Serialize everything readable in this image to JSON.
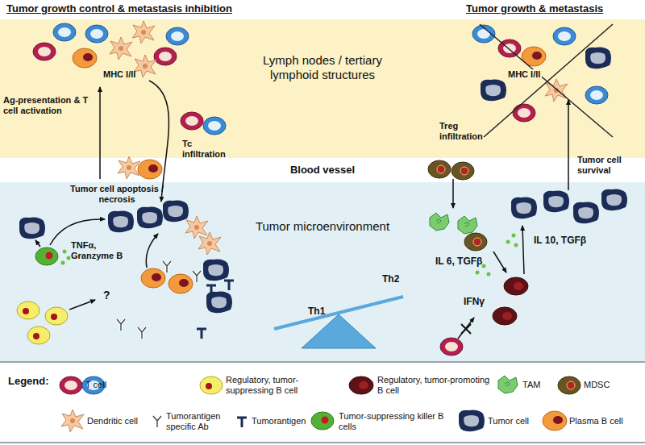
{
  "diagram": {
    "nodes": [
      {
        "text": [
          "Lymph nodes / tertiary lymphoid structures"
        ]
      },
      {
        "text": [
          "Blood vessel"
        ]
      },
      {
        "text": [
          "Tumor microenvironment"
        ]
      }
    ],
    "labels": [
      "Tumor growth control & metastasis inhibition",
      "Tumor growth & metastasis",
      "MHC I/II",
      "Ag-presentation & T cell activation",
      "Tc infiltration",
      "Tumor cell apoptosis / necrosis",
      "TNFα, Granzyme B",
      "?",
      "Th1",
      "Th2",
      "MHC I/II",
      "Treg infiltration",
      "Tumor cell survival",
      "IL 10, TGFβ",
      "IL 6, TGFβ",
      "IFNγ",
      "Legend:"
    ],
    "legend": [
      {
        "text": "T cell"
      },
      {
        "text": "Regulatory, tumor-suppressing B cell"
      },
      {
        "text": "Regulatory, tumor-promoting B cell"
      },
      {
        "text": "TAM"
      },
      {
        "text": "MDSC"
      },
      {
        "text": "Dendritic cell"
      },
      {
        "text": "Tumorantigen specific Ab"
      },
      {
        "text": "Tumorantigen"
      },
      {
        "text": "Tumor-suppressing killer B cells"
      },
      {
        "text": "Tumor cell"
      },
      {
        "text": "Plasma B cell"
      }
    ]
  }
}
